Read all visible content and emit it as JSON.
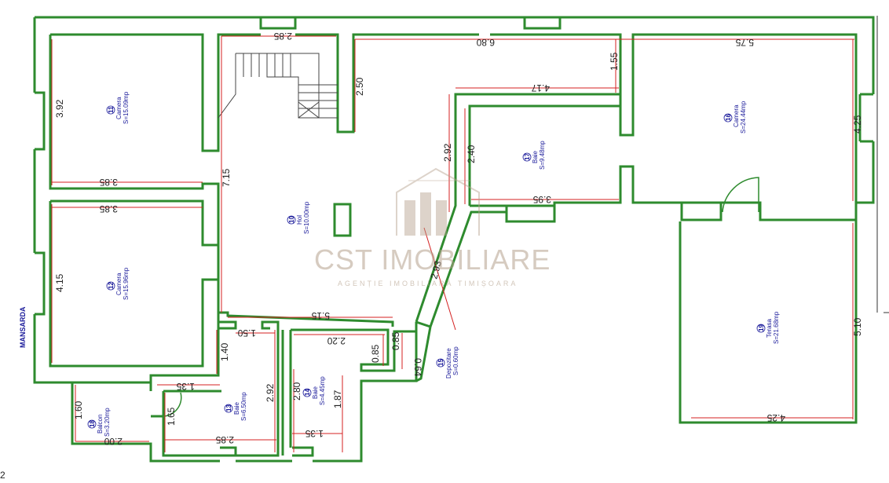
{
  "floor_label": "MANSARDA",
  "page_mark": "2",
  "watermark": {
    "brand": "CST IMOBILIARE",
    "subtitle": "AGENȚIE IMOBILIARĂ TIMIȘOARA"
  },
  "colors": {
    "wall": "#2e8b2e",
    "dimension": "#d42020",
    "room_text": "#1a1a9a",
    "watermark": "#b4a08c"
  },
  "rooms": [
    {
      "num": "11",
      "name": "Camera",
      "area": "S=15.09mp"
    },
    {
      "num": "12",
      "name": "Camera",
      "area": "S=15.96mp"
    },
    {
      "num": "10",
      "name": "Hol",
      "area": "S=10.00mp"
    },
    {
      "num": "13",
      "name": "Baie",
      "area": "S=6.50mp"
    },
    {
      "num": "14",
      "name": "Baie",
      "area": "S=4.45mp"
    },
    {
      "num": "15",
      "name": "Depozitare",
      "area": "S=0.60mp"
    },
    {
      "num": "16",
      "name": "Camera",
      "area": "S=24.44mp"
    },
    {
      "num": "17",
      "name": "Baie",
      "area": "S=9.48mp"
    },
    {
      "num": "18",
      "name": "Balcon",
      "area": "S=3.20mp"
    },
    {
      "num": "19",
      "name": "Terasa",
      "area": "S=21.68mp"
    }
  ],
  "dimensions": [
    "3.92",
    "3.85",
    "3.85",
    "4.15",
    "2.85",
    "2.50",
    "6.80",
    "1.55",
    "5.75",
    "4.25",
    "4.17",
    "2.92",
    "2.40",
    "3.95",
    "7.15",
    "2.93",
    "5.15",
    "1.50",
    "2.20",
    "0.85",
    "0.85",
    "0.64",
    "1.40",
    "1.35",
    "2.92",
    "2.80",
    "1.87",
    "1.35",
    "2.85",
    "1.65",
    "1.60",
    "2.00",
    "5.10",
    "4.25"
  ]
}
